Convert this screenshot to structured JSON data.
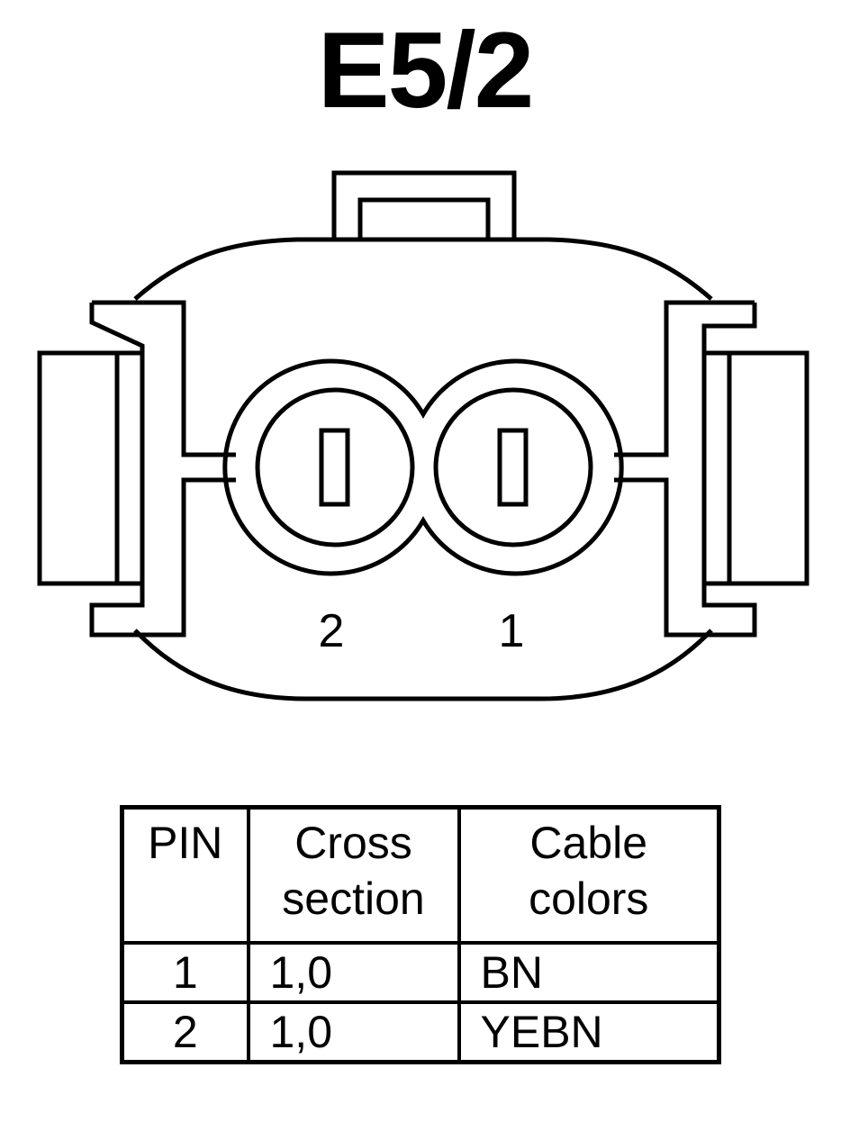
{
  "title": "E5/2",
  "connector": {
    "pin_labels": [
      "2",
      "1"
    ]
  },
  "table": {
    "headers": {
      "pin": "PIN",
      "cross_section_line1": "Cross",
      "cross_section_line2": "section",
      "cable_colors_line1": "Cable",
      "cable_colors_line2": "colors"
    },
    "rows": [
      {
        "pin": "1",
        "cross_section": "1,0",
        "cable_color": "BN"
      },
      {
        "pin": "2",
        "cross_section": "1,0",
        "cable_color": "YEBN"
      }
    ]
  }
}
